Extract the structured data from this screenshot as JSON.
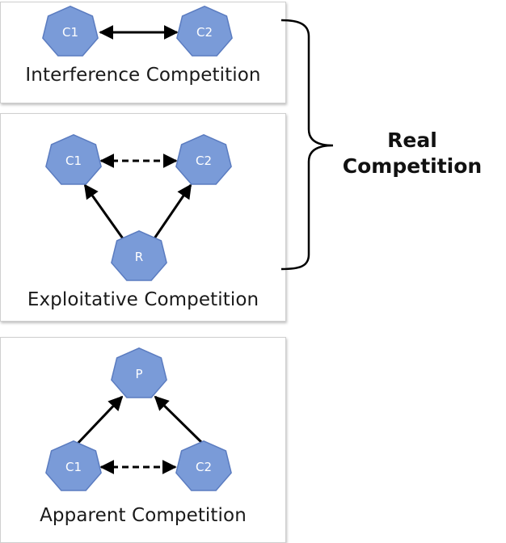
{
  "colors": {
    "node_fill": "#7A9BD8",
    "node_stroke": "#5B7CC0",
    "arrow": "#000000"
  },
  "panels": {
    "interference": {
      "title": "Interference Competition",
      "nodes": {
        "c1": "C1",
        "c2": "C2"
      }
    },
    "exploitative": {
      "title": "Exploitative Competition",
      "nodes": {
        "c1": "C1",
        "c2": "C2",
        "r": "R"
      }
    },
    "apparent": {
      "title": "Apparent Competition",
      "nodes": {
        "c1": "C1",
        "c2": "C2",
        "p": "P"
      }
    }
  },
  "bracket": {
    "label_line1": "Real",
    "label_line2": "Competition"
  },
  "links": [
    {
      "panel": "interference",
      "from": "C1",
      "to": "C2",
      "style": "solid",
      "arrows": "both"
    },
    {
      "panel": "exploitative",
      "from": "C1",
      "to": "C2",
      "style": "dashed",
      "arrows": "both"
    },
    {
      "panel": "exploitative",
      "from": "R",
      "to": "C1",
      "style": "solid",
      "arrows": "end"
    },
    {
      "panel": "exploitative",
      "from": "R",
      "to": "C2",
      "style": "solid",
      "arrows": "end"
    },
    {
      "panel": "apparent",
      "from": "C1",
      "to": "C2",
      "style": "dashed",
      "arrows": "both"
    },
    {
      "panel": "apparent",
      "from": "C1",
      "to": "P",
      "style": "solid",
      "arrows": "end"
    },
    {
      "panel": "apparent",
      "from": "C2",
      "to": "P",
      "style": "solid",
      "arrows": "end"
    }
  ]
}
